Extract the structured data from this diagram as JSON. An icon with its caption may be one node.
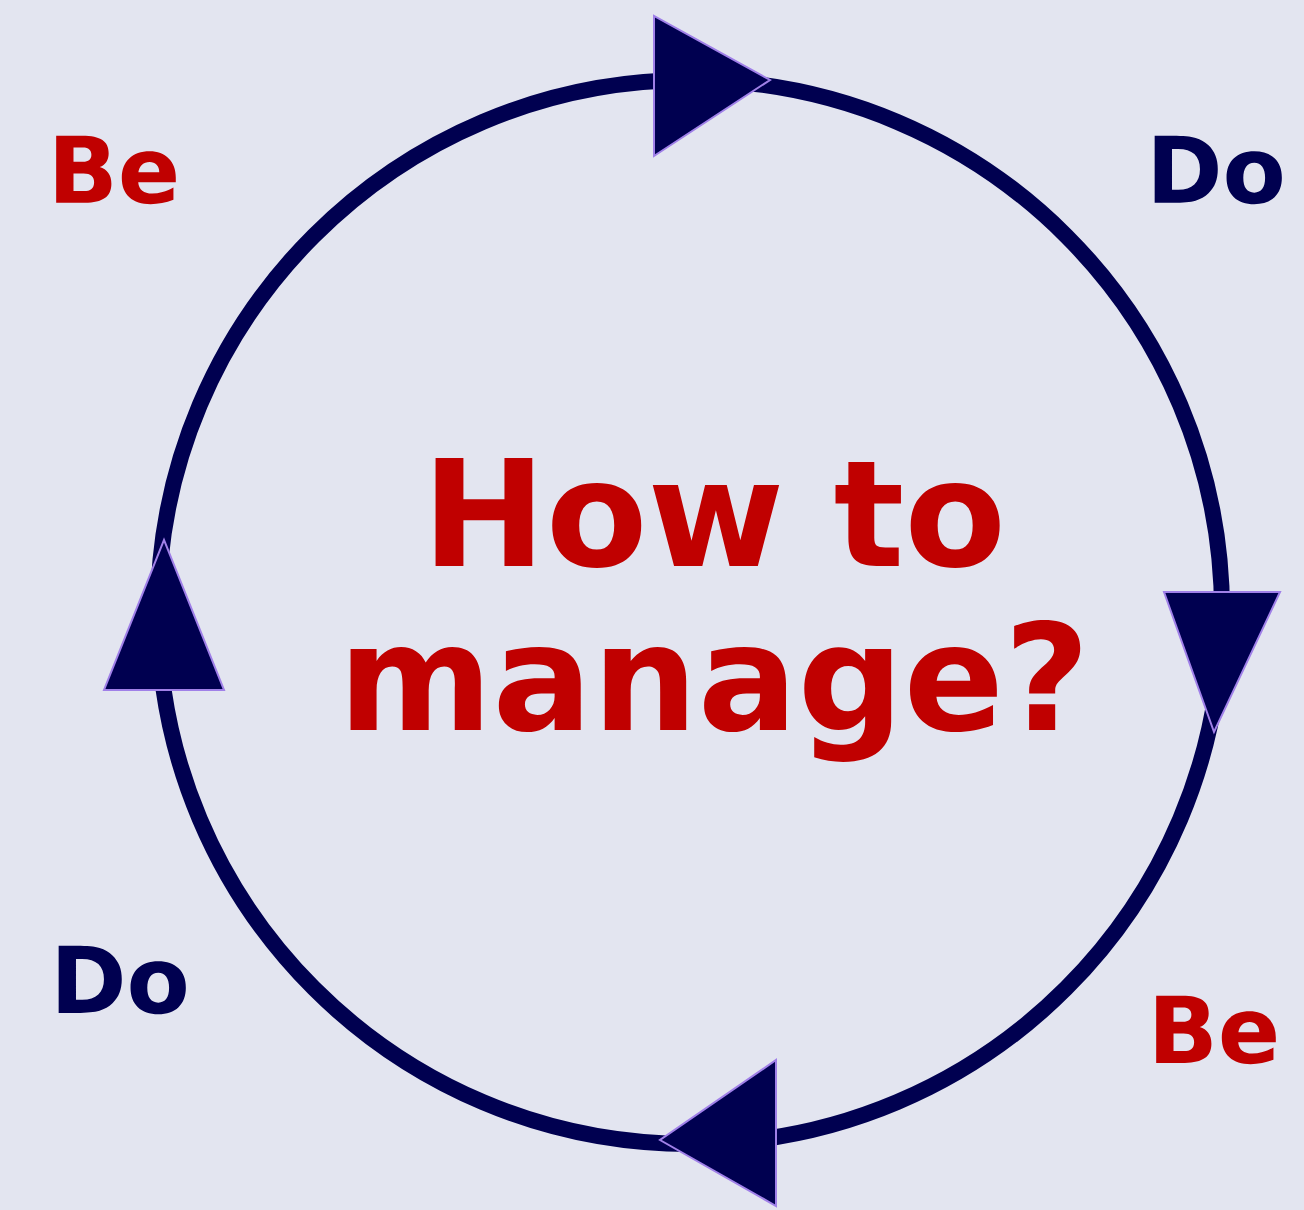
{
  "diagram": {
    "labels": [
      "Be",
      "Do",
      "How to manage?",
      "Do",
      "Be"
    ]
  }
}
